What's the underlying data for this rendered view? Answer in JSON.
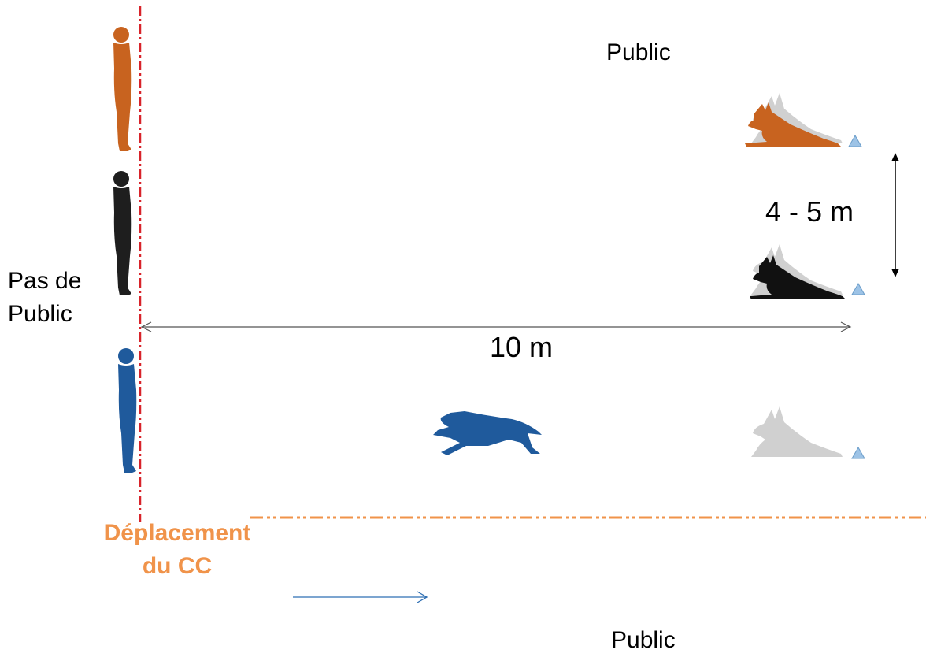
{
  "labels": {
    "public_top": "Public",
    "public_bottom": "Public",
    "no_public_line1": "Pas de",
    "no_public_line2": "Public",
    "distance_vertical": "4 - 5 m",
    "distance_horizontal": "10 m",
    "movement_line1": "Déplacement",
    "movement_line2": "du CC"
  },
  "colors": {
    "handler_top": "#c8631f",
    "handler_middle": "#1e1e1e",
    "handler_bottom": "#1f5a9c",
    "boundary_line": "#d8232a",
    "public_line": "#f0934a",
    "movement_arrow": "#2f6fb3",
    "marker": "#9dc3e6",
    "ghost_dog": "#d0d0d0"
  }
}
